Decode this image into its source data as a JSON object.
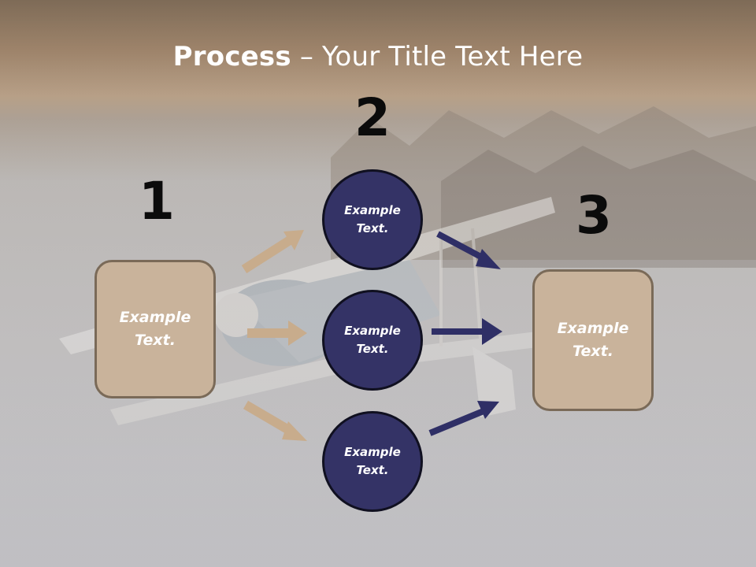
{
  "slide": {
    "title_bold": "Process",
    "title_separator": " – ",
    "title_rest": "Your Title Text Here",
    "steps": {
      "one": {
        "number": "1",
        "box_text": "Example\nText."
      },
      "two": {
        "number": "2",
        "circles": [
          "Example\nText.",
          "Example\nText.",
          "Example\nText."
        ]
      },
      "three": {
        "number": "3",
        "box_text": "Example\nText."
      }
    }
  },
  "colors": {
    "box_fill": "#c9b39b",
    "circle_fill": "#343366",
    "tan_arrow": "#c8ac8c",
    "navy_arrow": "#2f2f66"
  },
  "background_image": "airplane-over-mountains-photo"
}
